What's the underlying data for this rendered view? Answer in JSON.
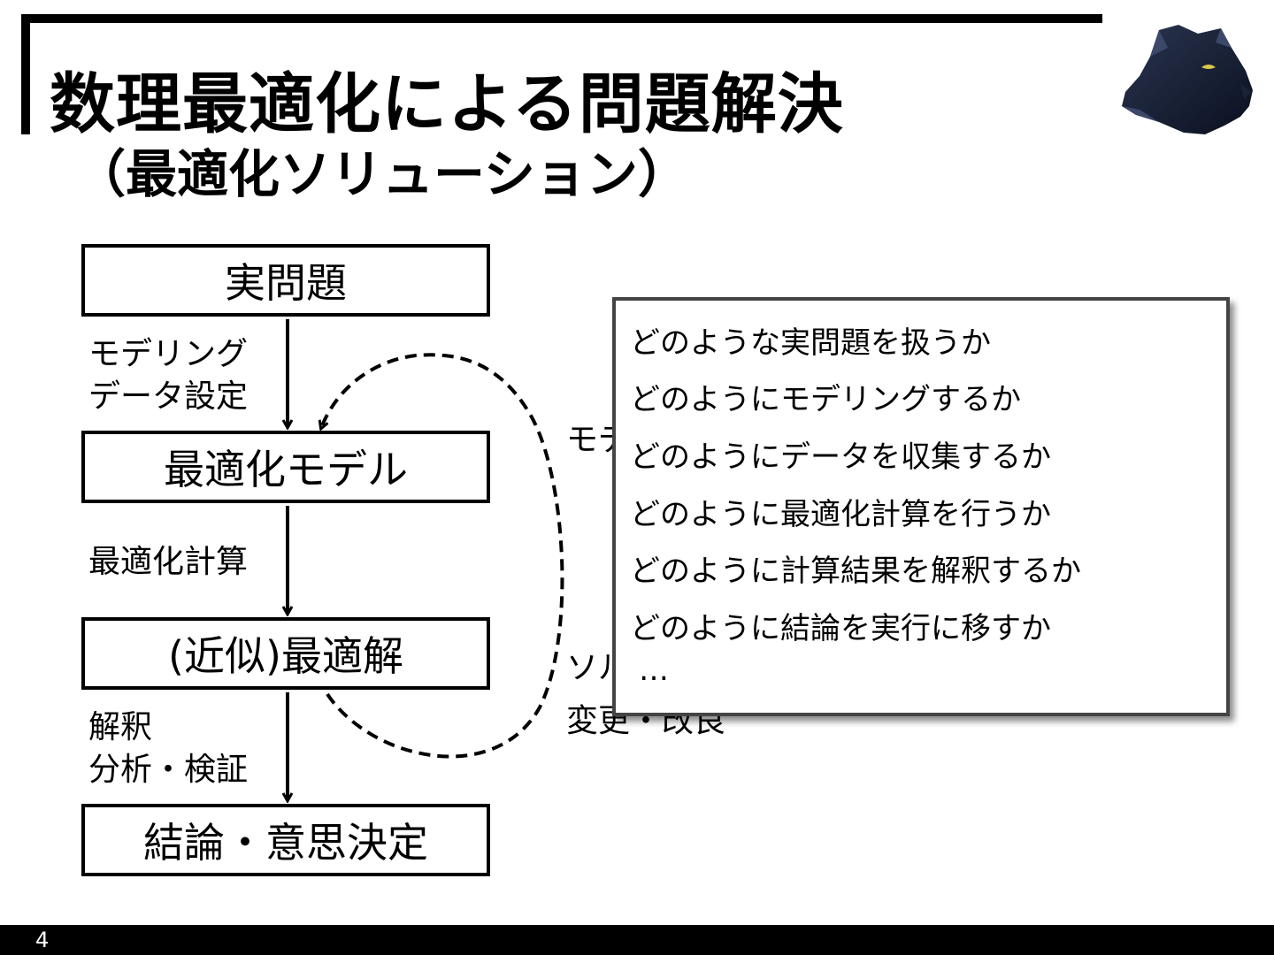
{
  "slide": {
    "title": "数理最適化による問題解決",
    "subtitle": "（最適化ソリューション）",
    "page_number": "4"
  },
  "flow": {
    "boxes": [
      "実問題",
      "最適化モデル",
      "(近似)最適解",
      "結論・意思決定"
    ],
    "edge_labels": {
      "modeling_line1": "モデリング",
      "modeling_line2": "データ設定",
      "compute": "最適化計算",
      "interpret_line1": "解釈",
      "interpret_line2": "分析・検証"
    }
  },
  "behind_popup": {
    "fragment1": "モデ",
    "fragment2": "ソル",
    "fragment3": "変更・改良"
  },
  "popup": {
    "items": [
      "どのような実問題を扱うか",
      "どのようにモデリングするか",
      "どのようにデータを収集するか",
      "どのように最適化計算を行うか",
      "どのように計算結果を解釈するか",
      "どのように結論を実行に移すか",
      "…"
    ]
  },
  "logo": {
    "icon": "panther-head-icon"
  }
}
